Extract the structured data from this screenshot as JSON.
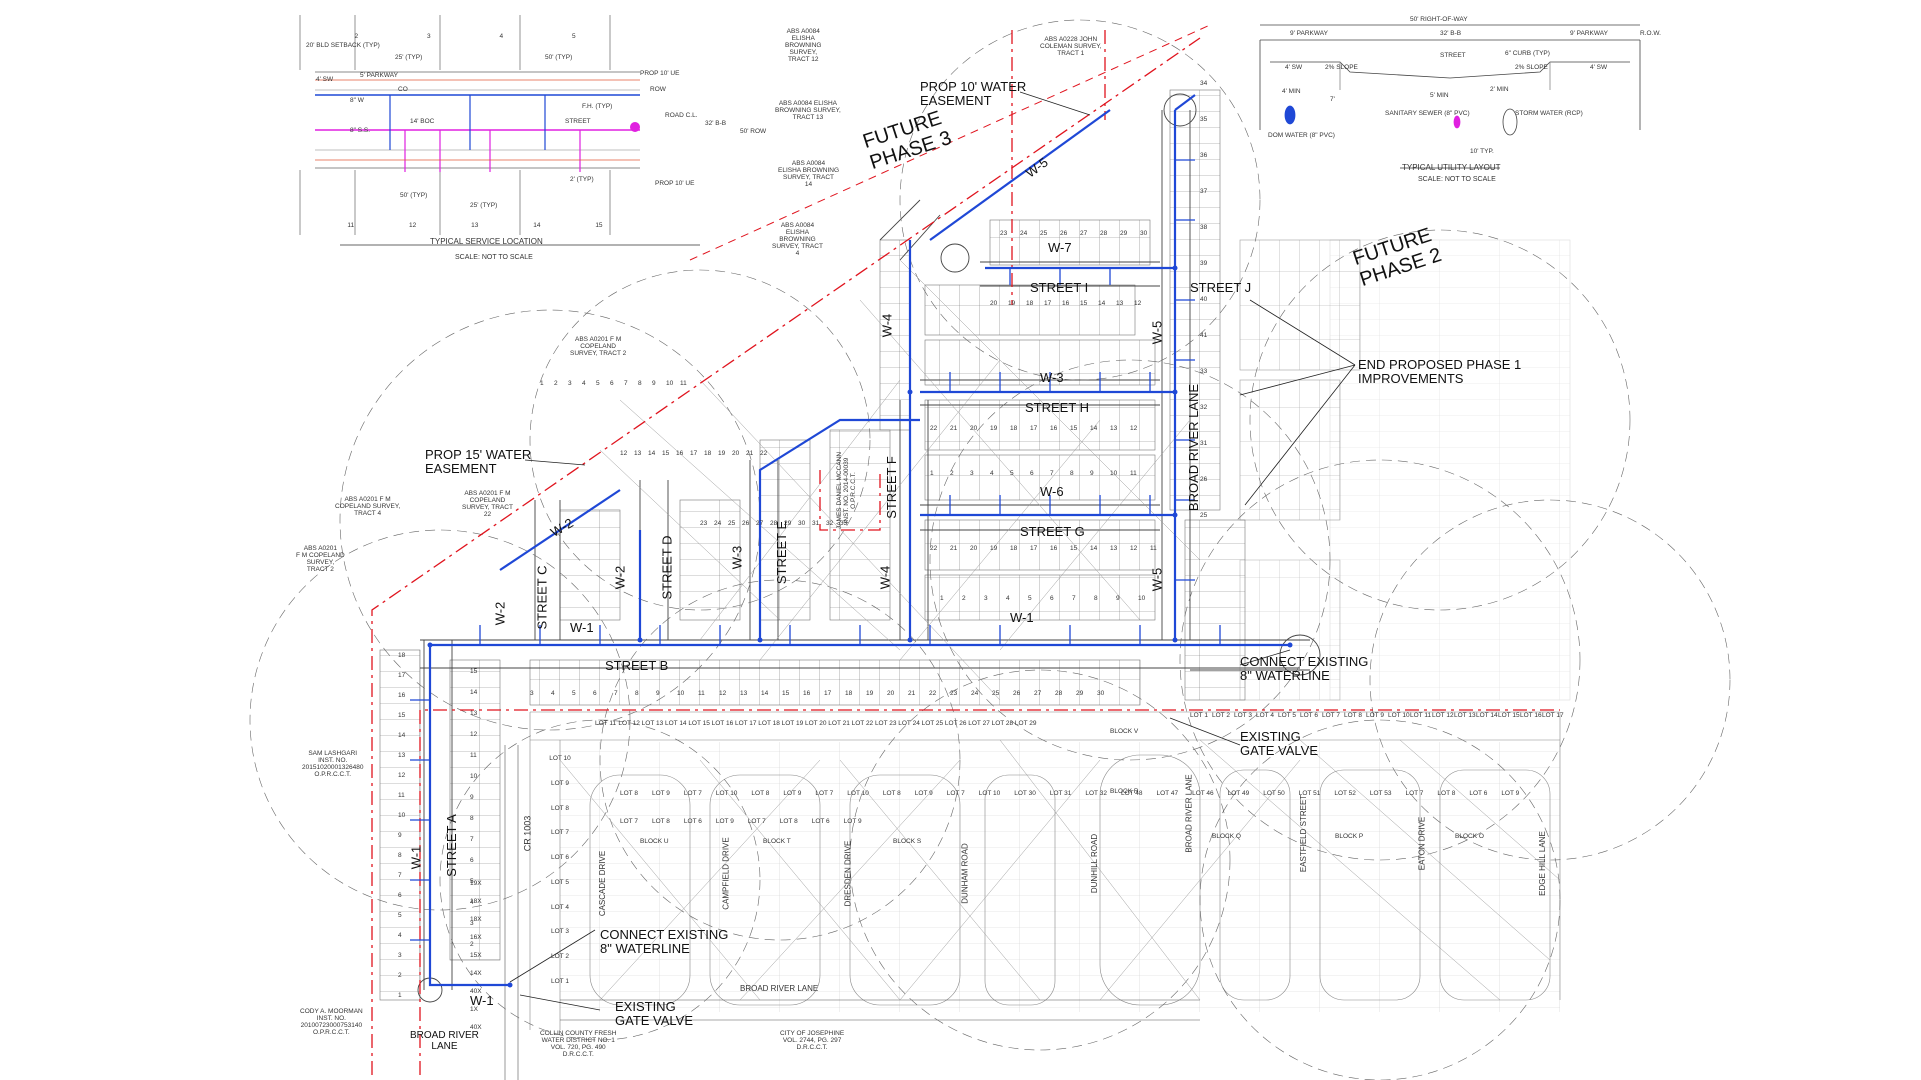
{
  "colors": {
    "water": "#1f48d6",
    "phase_boundary": "#e0141e",
    "sewer": "#e020e0",
    "linework": "#555555"
  },
  "detail_service": {
    "title": "TYPICAL SERVICE LOCATION",
    "scale": "SCALE: NOT TO SCALE",
    "labels": [
      "20' BLD SETBACK (TYP)",
      "25' (TYP)",
      "50' (TYP)",
      "4' SW",
      "5' PARKWAY",
      "PROP 10' UE",
      "ROW",
      "8\" W",
      "CO",
      "F.H. (TYP)",
      "14' BOC",
      "STREET",
      "8\" S.S.",
      "ROAD C.L.",
      "32' B-B",
      "50' ROW",
      "2' (TYP)",
      "PROP 10' UE",
      "50' (TYP)",
      "25' (TYP)"
    ],
    "lot_numbers": [
      "2",
      "3",
      "4",
      "5",
      "11",
      "12",
      "13",
      "14",
      "15"
    ]
  },
  "detail_utility": {
    "title": "TYPICAL UTILITY LAYOUT",
    "scale": "SCALE: NOT TO SCALE",
    "row": "50' RIGHT-OF-WAY",
    "labels": [
      "9' PARKWAY",
      "32' B-B",
      "9' PARKWAY",
      "R.O.W.",
      "4' SW",
      "2% SLOPE",
      "STREET",
      "6\" CURB (TYP)",
      "2% SLOPE",
      "4' SW",
      "4' MIN",
      "7'",
      "5' MIN",
      "2' MIN",
      "DOM WATER (8\" PVC)",
      "SANITARY SEWER (8\" PVC)",
      "STORM WATER (RCP)",
      "10' TYP."
    ]
  },
  "phases": {
    "future3": "FUTURE\nPHASE 3",
    "future2": "FUTURE\nPHASE 2"
  },
  "callouts": {
    "water_easement_10": "PROP 10' WATER\nEASEMENT",
    "water_easement_15": "PROP 15' WATER\nEASEMENT",
    "end_phase1": "END PROPOSED PHASE 1\nIMPROVEMENTS",
    "connect_east": "CONNECT EXISTING\n8\" WATERLINE",
    "gate_east": "EXISTING\nGATE VALVE",
    "connect_south": "CONNECT EXISTING\n8\" WATERLINE",
    "gate_south": "EXISTING\nGATE VALVE"
  },
  "streets": {
    "a": "STREET A",
    "b": "STREET B",
    "c": "STREET C",
    "d": "STREET D",
    "e": "STREET E",
    "f": "STREET F",
    "g": "STREET G",
    "h": "STREET H",
    "i": "STREET I",
    "j": "STREET J",
    "broad_river": "BROAD RIVER LANE",
    "broad_river_bottom": "BROAD RIVER LANE",
    "broad_river_sw": "BROAD RIVER\nLANE",
    "cr1003": "CR 1003",
    "cascade": "CASCADE DRIVE",
    "campfield": "CAMPFIELD DRIVE",
    "dresden": "DRESDEN DRIVE",
    "dunham": "DUNHAM ROAD",
    "dunhill": "DUNHILL ROAD",
    "broad_river_south": "BROAD RIVER LANE",
    "eastfield": "EASTFIELD STREET",
    "eaton": "EATON DRIVE",
    "edge_hill": "EDGE HILL LANE"
  },
  "waterlines": [
    "W-1",
    "W-1",
    "W-1",
    "W-1",
    "W-2",
    "W-2",
    "W-2",
    "W-3",
    "W-3",
    "W-4",
    "W-4",
    "W-5",
    "W-5",
    "W-5",
    "W-6",
    "W-7"
  ],
  "surveys": {
    "s1": "ABS A0084\nELISHA\nBROWNING\nSURVEY,\nTRACT 12",
    "s2": "ABS A0084 ELISHA\nBROWNING SURVEY,\nTRACT 13",
    "s3": "ABS A0084\nELISHA BROWNING\nSURVEY, TRACT\n14",
    "s4": "ABS A0084\nELISHA\nBROWNING\nSURVEY, TRACT\n4",
    "s5": "ABS A0228 JOHN\nCOLEMAN SURVEY,\nTRACT 1",
    "s6": "ABS A0201 F M\nCOPELAND\nSURVEY, TRACT 2",
    "s7": "ABS A0201 F M\nCOPELAND SURVEY,\nTRACT 4",
    "s8": "ABS A0201 F M\nCOPELAND\nSURVEY, TRACT\n22",
    "s9": "ABS A0201\nF M COPELAND\nSURVEY,\nTRACT 2",
    "s10": "SAM LASHGARI\nINST. NO.\n20151020001326480\nO.P.R.C.C.T.",
    "s11": "CODY A. MOORMAN\nINST. NO.\n20100723000753140\nO.P.R.C.C.T.",
    "s12": "COLLIN COUNTY FRESH\nWATER DISTRICT NO. 1\nVOL. 720, PG. 490\nD.R.C.C.T.",
    "s13": "CITY OF JOSEPHINE\nVOL. 2744, PG. 297\nD.R.C.C.T.",
    "s14": "JAMES DANIEL MCCANN\nINST. NO. 2014-00039\nO.P.R.C.C.T."
  },
  "existing_blocks": [
    "BLOCK U",
    "BLOCK T",
    "BLOCK S",
    "BLOCK V",
    "BLOCK R",
    "BLOCK Q",
    "BLOCK P",
    "BLOCK O"
  ],
  "existing_lots_top": [
    "LOT 11",
    "LOT 12",
    "LOT 13",
    "LOT 14",
    "LOT 15",
    "LOT 16",
    "LOT 17",
    "LOT 18",
    "LOT 19",
    "LOT 20",
    "LOT 21",
    "LOT 22",
    "LOT 23",
    "LOT 24",
    "LOT 25",
    "LOT 26",
    "LOT 27",
    "LOT 28",
    "LOT 29"
  ],
  "existing_lots_east": [
    "LOT 1",
    "LOT 2",
    "LOT 3",
    "LOT 4",
    "LOT 5",
    "LOT 6",
    "LOT 7",
    "LOT 8",
    "LOT 9",
    "LOT 10",
    "LOT 11",
    "LOT 12",
    "LOT 13",
    "LOT 14",
    "LOT 15",
    "LOT 16",
    "LOT 17"
  ],
  "existing_lots_west": [
    "LOT 10",
    "LOT 9",
    "LOT 8",
    "LOT 7",
    "LOT 6",
    "LOT 5",
    "LOT 4",
    "LOT 3",
    "LOT 2",
    "LOT 1"
  ],
  "existing_lots_mid": [
    "LOT 8",
    "LOT 9",
    "LOT 7",
    "LOT 10",
    "LOT 8",
    "LOT 9",
    "LOT 7",
    "LOT 10",
    "LOT 8",
    "LOT 9",
    "LOT 7",
    "LOT 10",
    "LOT 30",
    "LOT 31",
    "LOT 32",
    "LOT 48",
    "LOT 47",
    "LOT 46",
    "LOT 49",
    "LOT 50",
    "LOT 51",
    "LOT 52",
    "LOT 53",
    "LOT 7",
    "LOT 8",
    "LOT 6",
    "LOT 9",
    "LOT 7",
    "LOT 8",
    "LOT 6",
    "LOT 9",
    "LOT 7",
    "LOT 8",
    "LOT 6",
    "LOT 9"
  ],
  "proposed_lot_numbers": {
    "street_a_west": [
      "18",
      "17",
      "16",
      "15",
      "14",
      "13",
      "12",
      "11",
      "10",
      "9",
      "8",
      "7",
      "6",
      "5",
      "4",
      "3",
      "2",
      "1"
    ],
    "street_a_east": [
      "15",
      "14",
      "13",
      "12",
      "11",
      "10",
      "9",
      "8",
      "7",
      "6",
      "5",
      "4",
      "3",
      "2"
    ],
    "street_b": [
      "3",
      "4",
      "5",
      "6",
      "7",
      "8",
      "9",
      "10",
      "11",
      "12",
      "13",
      "14",
      "15",
      "16",
      "17",
      "18",
      "19",
      "20",
      "21",
      "22",
      "23",
      "24",
      "25",
      "26",
      "27",
      "28",
      "29",
      "30"
    ],
    "street_g_north": [
      "22",
      "21",
      "20",
      "19",
      "18",
      "17",
      "16",
      "15",
      "14",
      "13",
      "12",
      "11"
    ],
    "street_g_south": [
      "1",
      "2",
      "3",
      "4",
      "5",
      "6",
      "7",
      "8",
      "9",
      "10"
    ],
    "street_h_north": [
      "22",
      "21",
      "20",
      "19",
      "18",
      "17",
      "16",
      "15",
      "14",
      "13",
      "12"
    ],
    "street_h_south": [
      "1",
      "2",
      "3",
      "4",
      "5",
      "6",
      "7",
      "8",
      "9",
      "10",
      "11"
    ],
    "street_i_north": [
      "23",
      "24",
      "25",
      "26",
      "27",
      "28",
      "29",
      "30"
    ],
    "street_i_south": [
      "20",
      "19",
      "18",
      "17",
      "16",
      "15",
      "14",
      "13",
      "12"
    ],
    "broad_river_east": [
      "34",
      "35",
      "36",
      "37",
      "38",
      "39",
      "40",
      "41",
      "33",
      "32",
      "31",
      "26",
      "25"
    ],
    "west_pods": [
      "1",
      "2",
      "3",
      "4",
      "5",
      "6",
      "7",
      "8",
      "9",
      "10",
      "11",
      "12",
      "13",
      "14",
      "15",
      "16",
      "17",
      "18",
      "19",
      "20",
      "21",
      "22",
      "23",
      "24",
      "25",
      "26",
      "27",
      "28",
      "29",
      "30",
      "31",
      "32",
      "33"
    ],
    "x_lots": [
      "19X",
      "18X",
      "18X",
      "16X",
      "15X",
      "14X",
      "40X",
      "1X",
      "40X"
    ]
  }
}
